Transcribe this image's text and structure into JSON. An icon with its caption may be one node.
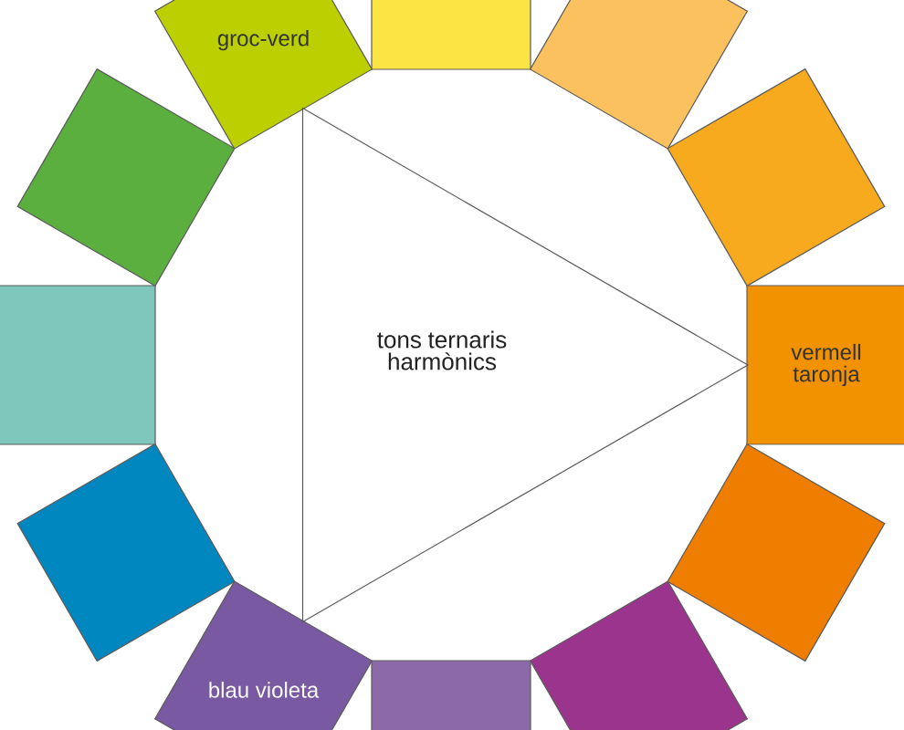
{
  "diagram": {
    "nodes": [
      {
        "text": [],
        "shape": "box"
      },
      {
        "text": [],
        "shape": "box"
      },
      {
        "text": [],
        "shape": "box"
      },
      {
        "text": [
          "vermell taronja"
        ]
      },
      {
        "text": [],
        "shape": "box"
      },
      {
        "text": [],
        "shape": "box"
      },
      {
        "text": [],
        "shape": "box"
      },
      {
        "text": [
          "blau violeta"
        ]
      },
      {
        "text": [],
        "shape": "box"
      },
      {
        "text": [],
        "shape": "box"
      },
      {
        "text": [],
        "shape": "box"
      },
      {
        "text": [
          "groc-verd"
        ]
      },
      {
        "text": [
          "tons ternaris harmònics"
        ]
      }
    ]
  }
}
